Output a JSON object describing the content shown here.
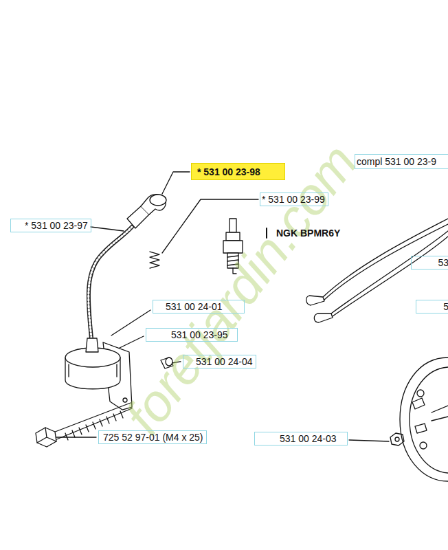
{
  "diagram": {
    "nodes": [
      {
        "text": [
          "* 531 00 23-98"
        ]
      },
      {
        "text": [
          "compl 531 00 23-9"
        ]
      },
      {
        "text": [
          "* 531 00 23-99"
        ]
      },
      {
        "text": [
          "* 531 00 23-97"
        ]
      },
      {
        "text": [
          "53"
        ]
      },
      {
        "text": [
          "531 00 24-01"
        ]
      },
      {
        "text": [
          "5"
        ]
      },
      {
        "text": [
          "531 00 23-95"
        ]
      },
      {
        "text": [
          "531 00 24-04"
        ]
      },
      {
        "text": [
          "725 52 97-01 (M4 x 25)"
        ]
      },
      {
        "text": [
          "531 00 24-03"
        ]
      }
    ],
    "labels": [
      "NGK BPMR6Y",
      "foretjardin.com"
    ]
  }
}
